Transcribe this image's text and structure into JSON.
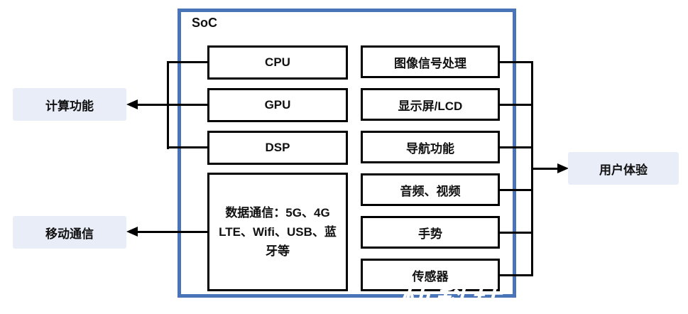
{
  "diagram": {
    "soc_title": "SoC",
    "left_blocks": {
      "cpu": "CPU",
      "gpu": "GPU",
      "dsp": "DSP",
      "datacomm": "数据通信：5G、4G LTE、Wifi、USB、蓝牙等"
    },
    "right_blocks": {
      "isp": "图像信号处理",
      "lcd": "显示屏/LCD",
      "nav": "导航功能",
      "av": "音频、视频",
      "gesture": "手势",
      "sensor": "传感器"
    },
    "external_labels": {
      "compute": "计算功能",
      "mobile": "移动通信",
      "ux": "用户体验"
    },
    "watermark": "快科技"
  },
  "colors": {
    "border_blue": "#4a74b8",
    "label_fill": "#e8edf8",
    "line_black": "#000000"
  }
}
